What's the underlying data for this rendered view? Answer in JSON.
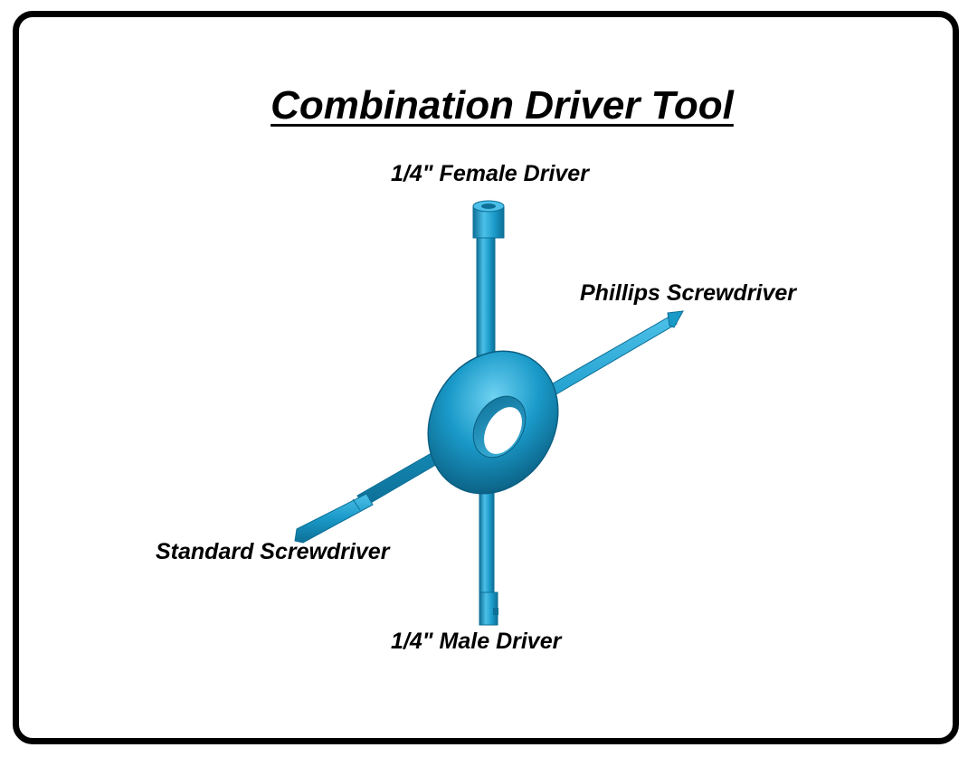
{
  "title": "Combination Driver Tool",
  "labels": {
    "female_driver": "1/4\" Female Driver",
    "phillips": "Phillips Screwdriver",
    "standard": "Standard Screwdriver",
    "male_driver": "1/4\" Male Driver"
  },
  "colors": {
    "tool_main": "#1a9ac9",
    "tool_light": "#4cc0e8",
    "tool_dark": "#0d6f96",
    "frame": "#000000"
  }
}
